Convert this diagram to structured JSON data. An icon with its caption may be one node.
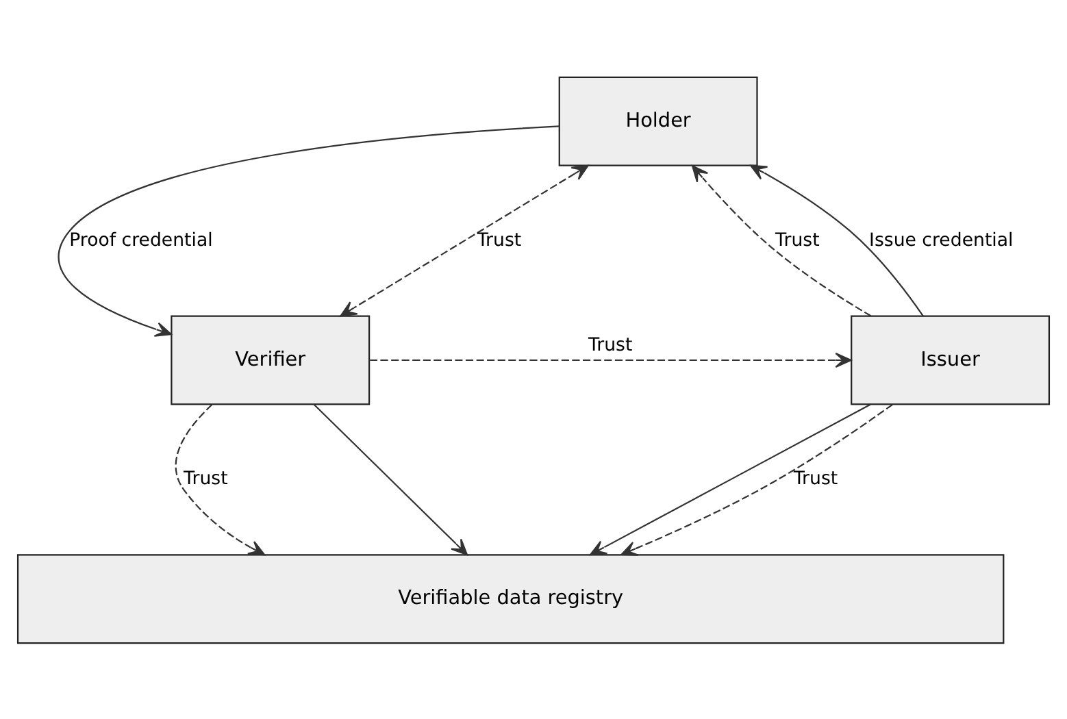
{
  "diagram": {
    "nodes": [
      {
        "text": [
          "Holder"
        ]
      },
      {
        "text": [
          "Issuer"
        ]
      },
      {
        "text": [
          "Verifier"
        ]
      },
      {
        "text": [
          "Verifiable data registry"
        ]
      }
    ],
    "edges": [
      {
        "from": 1,
        "to": 0,
        "arrow": "to",
        "label": "Trust",
        "style": "dashed"
      },
      {
        "from": 1,
        "to": 0,
        "arrow": "to",
        "label": "Issue credential"
      },
      {
        "from": 0,
        "to": 2,
        "arrow": "to",
        "label": "Proof credential"
      },
      {
        "from": 0,
        "to": 2,
        "arrow": "both",
        "label": "Trust",
        "style": "dashed"
      },
      {
        "from": 2,
        "to": 1,
        "arrow": "to",
        "label": "Trust",
        "style": "dashed"
      },
      {
        "from": 1,
        "to": 3,
        "arrow": "to"
      },
      {
        "from": 1,
        "to": 3,
        "arrow": "to",
        "label": "Trust",
        "style": "dashed"
      },
      {
        "from": 2,
        "to": 3,
        "arrow": "to",
        "label": "Trust",
        "style": "dashed"
      },
      {
        "from": 2,
        "to": 3,
        "arrow": "to"
      }
    ]
  }
}
